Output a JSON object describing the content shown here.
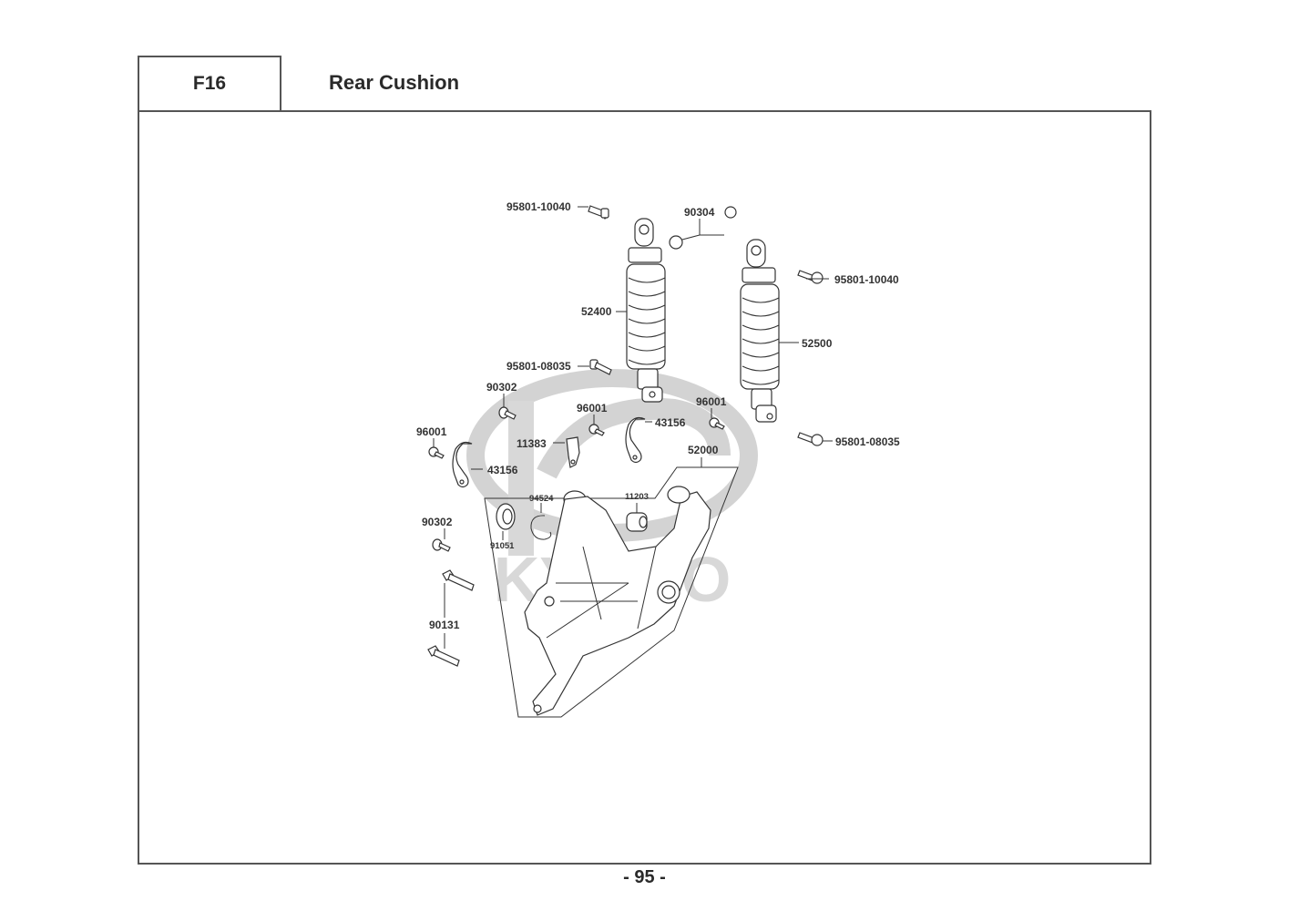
{
  "header": {
    "section_code": "F16",
    "section_title": "Rear Cushion"
  },
  "watermark": {
    "logo_text": "KYMCO"
  },
  "parts": [
    {
      "id": "bolt-top-left",
      "number": "95801-10040"
    },
    {
      "id": "nut-pair",
      "number": "90304"
    },
    {
      "id": "bolt-top-right",
      "number": "95801-10040"
    },
    {
      "id": "shock-left",
      "number": "52400"
    },
    {
      "id": "shock-right",
      "number": "52500"
    },
    {
      "id": "bolt-mid-left",
      "number": "95801-08035"
    },
    {
      "id": "bolt-low-right",
      "number": "95801-08035"
    },
    {
      "id": "screw-upper",
      "number": "90302"
    },
    {
      "id": "bolt-small-center",
      "number": "96001"
    },
    {
      "id": "bolt-small-right",
      "number": "96001"
    },
    {
      "id": "bolt-small-left",
      "number": "96001"
    },
    {
      "id": "clamp-center",
      "number": "43156"
    },
    {
      "id": "clamp-left",
      "number": "43156"
    },
    {
      "id": "bracket",
      "number": "11383"
    },
    {
      "id": "bracket-assembly",
      "number": "52000"
    },
    {
      "id": "circlip",
      "number": "94524"
    },
    {
      "id": "collar",
      "number": "11203"
    },
    {
      "id": "bearing",
      "number": "91051"
    },
    {
      "id": "screw-lower",
      "number": "90302"
    },
    {
      "id": "bolt-long",
      "number": "90131"
    }
  ],
  "footer": {
    "page_number": "- 95 -"
  }
}
